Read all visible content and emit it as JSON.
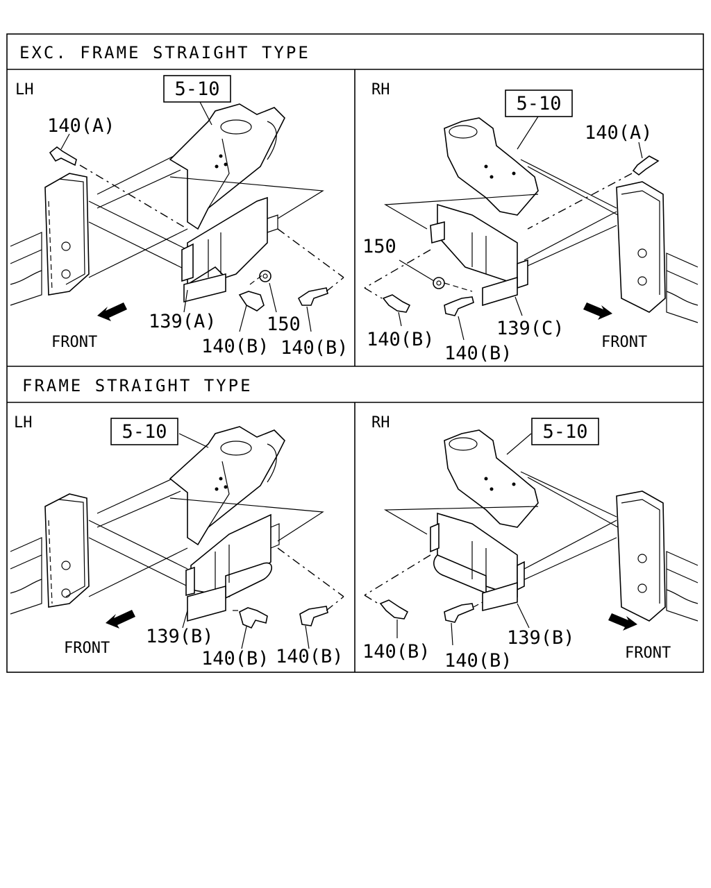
{
  "sections": [
    {
      "title": "EXC. FRAME STRAIGHT TYPE"
    },
    {
      "title": "FRAME STRAIGHT TYPE"
    }
  ],
  "panels": {
    "top_lh": {
      "side": "LH",
      "ref_box": "5-10",
      "labels": [
        "140(A)",
        "139(A)",
        "150",
        "140(B)",
        "140(B)"
      ],
      "front": "FRONT"
    },
    "top_rh": {
      "side": "RH",
      "ref_box": "5-10",
      "labels": [
        "140(A)",
        "150",
        "140(B)",
        "140(B)",
        "139(C)"
      ],
      "front": "FRONT"
    },
    "bot_lh": {
      "side": "LH",
      "ref_box": "5-10",
      "labels": [
        "139(B)",
        "140(B)",
        "140(B)"
      ],
      "front": "FRONT"
    },
    "bot_rh": {
      "side": "RH",
      "ref_box": "5-10",
      "labels": [
        "140(B)",
        "140(B)",
        "139(B)"
      ],
      "front": "FRONT"
    }
  }
}
